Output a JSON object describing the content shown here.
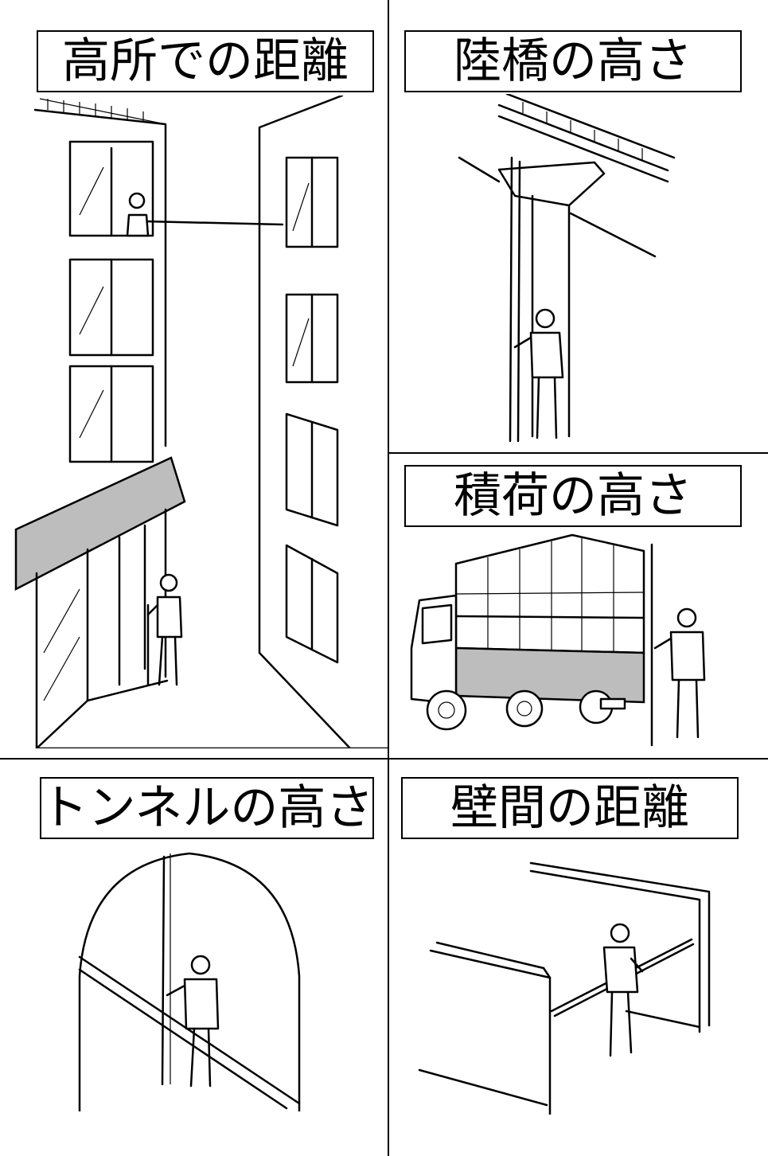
{
  "panels": [
    {
      "id": "high-place",
      "title": "高所での距離"
    },
    {
      "id": "overpass",
      "title": "陸橋の高さ"
    },
    {
      "id": "cargo",
      "title": "積荷の高さ"
    },
    {
      "id": "tunnel",
      "title": "トンネルの高さ"
    },
    {
      "id": "wall-gap",
      "title": "壁間の距離"
    }
  ],
  "colors": {
    "line": "#000000",
    "background": "#ffffff",
    "shade": "#bdbdbd"
  }
}
